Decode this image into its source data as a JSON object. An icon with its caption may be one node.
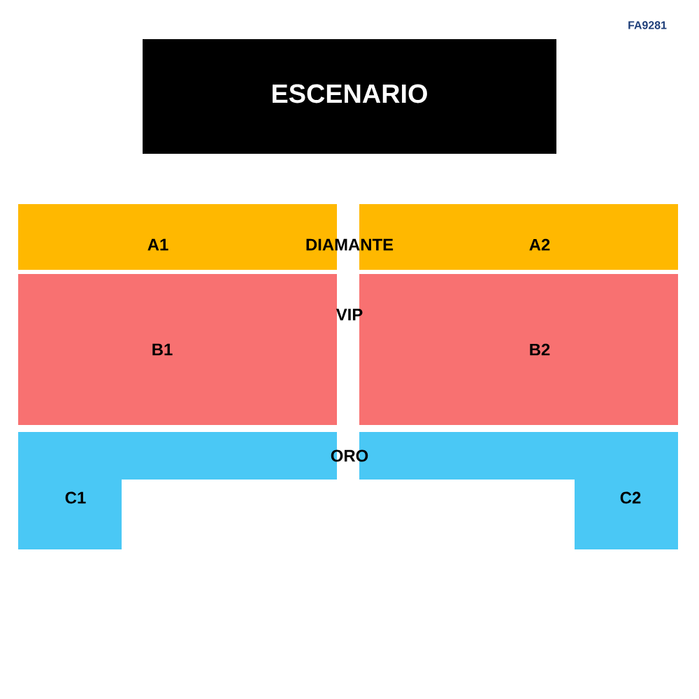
{
  "diagram": {
    "nodes": [
      {
        "text": [
          "ESCENARIO"
        ]
      },
      {
        "text": [
          "A1"
        ]
      },
      {
        "text": [
          "A2"
        ]
      },
      {
        "text": [
          "B1"
        ]
      },
      {
        "text": [
          "B2"
        ]
      },
      {
        "text": [
          "C1"
        ]
      },
      {
        "text": [
          "C2"
        ]
      }
    ],
    "labels": [
      "FA9281",
      "DIAMANTE",
      "VIP",
      "ORO"
    ]
  }
}
